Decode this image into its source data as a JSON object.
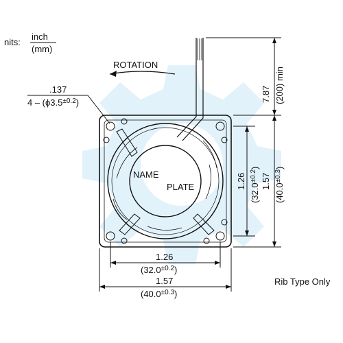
{
  "units": {
    "prefix": "nits:",
    "top": "inch",
    "bottom": "(mm)"
  },
  "rotation_label": "ROTATION",
  "hole": {
    "inch": ".137",
    "prefix": "4 – (ϕ3.5",
    "tol": "±0.2",
    "suffix": ")"
  },
  "nameplate": {
    "line1": "NAME",
    "line2": "PLATE"
  },
  "lead": {
    "inch": "7.87",
    "mm": "(200) min"
  },
  "dims": {
    "pitch_inch": "1.26",
    "pitch_mm": "(32.0",
    "pitch_tol": "±0.2",
    "outer_inch": "1.57",
    "outer_mm": "(40.0",
    "outer_tol": "±0.3",
    "close": ")"
  },
  "note": "Rib Type Only",
  "colors": {
    "line": "#111111",
    "watermark": "#cfe9f7"
  }
}
